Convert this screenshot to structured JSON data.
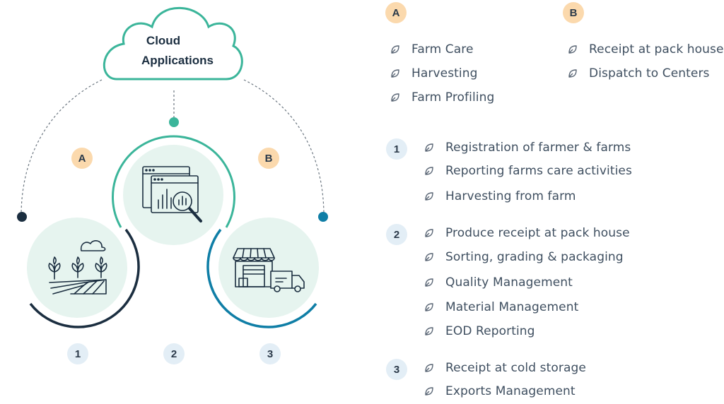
{
  "cloud": {
    "line1": "Cloud",
    "line2": "Applications"
  },
  "diagram": {
    "badge_a": "A",
    "badge_b": "B",
    "numbers": [
      "1",
      "2",
      "3"
    ]
  },
  "groups": {
    "a": {
      "badge": "A",
      "items": [
        "Farm Care",
        "Harvesting",
        "Farm Profiling"
      ]
    },
    "b": {
      "badge": "B",
      "items": [
        "Receipt at pack house",
        "Dispatch to Centers"
      ]
    },
    "g1": {
      "badge": "1",
      "items": [
        "Registration of farmer & farms",
        "Reporting farms care activities",
        "Harvesting from farm"
      ]
    },
    "g2": {
      "badge": "2",
      "items": [
        "Produce receipt at pack house",
        "Sorting, grading & packaging",
        "Quality Management",
        "Material Management",
        "EOD Reporting"
      ]
    },
    "g3": {
      "badge": "3",
      "items": [
        "Receipt at cold storage",
        "Exports Management"
      ]
    }
  },
  "colors": {
    "teal": "#3bb59a",
    "navy": "#1b2e40",
    "blue": "#0f7ea6",
    "mint": "#e6f4ef",
    "orange_badge": "#fbd9ad",
    "blue_badge": "#e3eef6"
  },
  "icons": {
    "cloud": "cloud-icon",
    "circle1": "farm-field-icon",
    "circle2": "data-analytics-icon",
    "circle3": "warehouse-truck-icon",
    "bullet": "leaf-icon"
  }
}
